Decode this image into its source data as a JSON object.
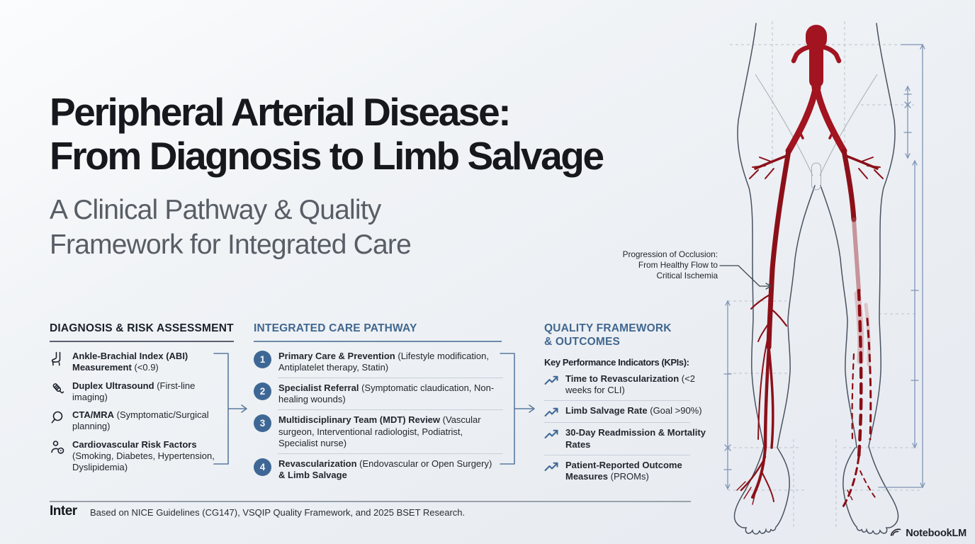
{
  "header": {
    "title_lines": [
      "Peripheral Arterial Disease:",
      "From Diagnosis to Limb Salvage"
    ],
    "subtitle_lines": [
      "A Clinical Pathway & Quality",
      "Framework for Integrated Care"
    ]
  },
  "diagnosis": {
    "header": "DIAGNOSIS & RISK ASSESSMENT",
    "items": [
      {
        "icon": "foot-icon",
        "title": "Ankle-Brachial Index (ABI) Measurement",
        "detail": "(<0.9)"
      },
      {
        "icon": "ultrasound-probe-icon",
        "title": "Duplex Ultrasound",
        "detail": "(First-line imaging)"
      },
      {
        "icon": "magnifier-icon",
        "title": "CTA/MRA",
        "detail": "(Symptomatic/Surgical planning)"
      },
      {
        "icon": "person-risk-icon",
        "title": "Cardiovascular Risk Factors",
        "detail": "(Smoking, Diabetes, Hypertension, Dyslipidemia)"
      }
    ]
  },
  "pathway": {
    "header": "INTEGRATED CARE PATHWAY",
    "steps": [
      {
        "num": "1",
        "title": "Primary Care & Prevention",
        "detail": "(Lifestyle modification, Antiplatelet therapy, Statin)",
        "title2": ""
      },
      {
        "num": "2",
        "title": "Specialist Referral",
        "detail": "(Symptomatic claudication, Non-healing wounds)",
        "title2": ""
      },
      {
        "num": "3",
        "title": "Multidisciplinary Team (MDT) Review",
        "detail": "(Vascular surgeon, Interventional radiologist, Podiatrist, Specialist nurse)",
        "title2": ""
      },
      {
        "num": "4",
        "title": "Revascularization",
        "detail": "(Endovascular or Open Surgery)",
        "title2": "& Limb Salvage"
      }
    ]
  },
  "quality": {
    "header_lines": [
      "QUALITY FRAMEWORK",
      "& OUTCOMES"
    ],
    "kpi_heading": "Key Performance Indicators (KPIs):",
    "kpis": [
      {
        "icon": "trending-up-icon",
        "title": "Time to Revascularization",
        "detail": "(<2 weeks for CLI)"
      },
      {
        "icon": "trending-up-icon",
        "title": "Limb Salvage Rate",
        "detail": "(Goal >90%)"
      },
      {
        "icon": "trending-up-icon",
        "title": "30-Day Readmission & Mortality Rates",
        "detail": ""
      },
      {
        "icon": "trending-up-icon",
        "title": "Patient-Reported Outcome Measures",
        "detail": "(PROMs)"
      }
    ]
  },
  "illustration": {
    "annotation_lines": [
      "Progression of Occlusion:",
      "From Healthy Flow to",
      "Critical Ischemia"
    ],
    "left_leg_meaning": "healthy solid arterial flow",
    "right_leg_meaning": "occluded dashed arteries (critical ischemia)"
  },
  "footer": {
    "brand_fragment": "Inter",
    "source": "Based on NICE Guidelines (CG147), VSQIP Quality Framework, and 2025 BSET Research."
  },
  "branding": {
    "logo_text": "NotebookLM"
  },
  "colors": {
    "accent_blue": "#3e6795",
    "header_blue": "#41678f",
    "artery_red": "#a11420",
    "artery_dark_red": "#8c1019",
    "artery_faded": "#cd8a8f",
    "dimension_blue": "#7e94b5",
    "ink": "#16181d",
    "background": "#edf0f4"
  }
}
